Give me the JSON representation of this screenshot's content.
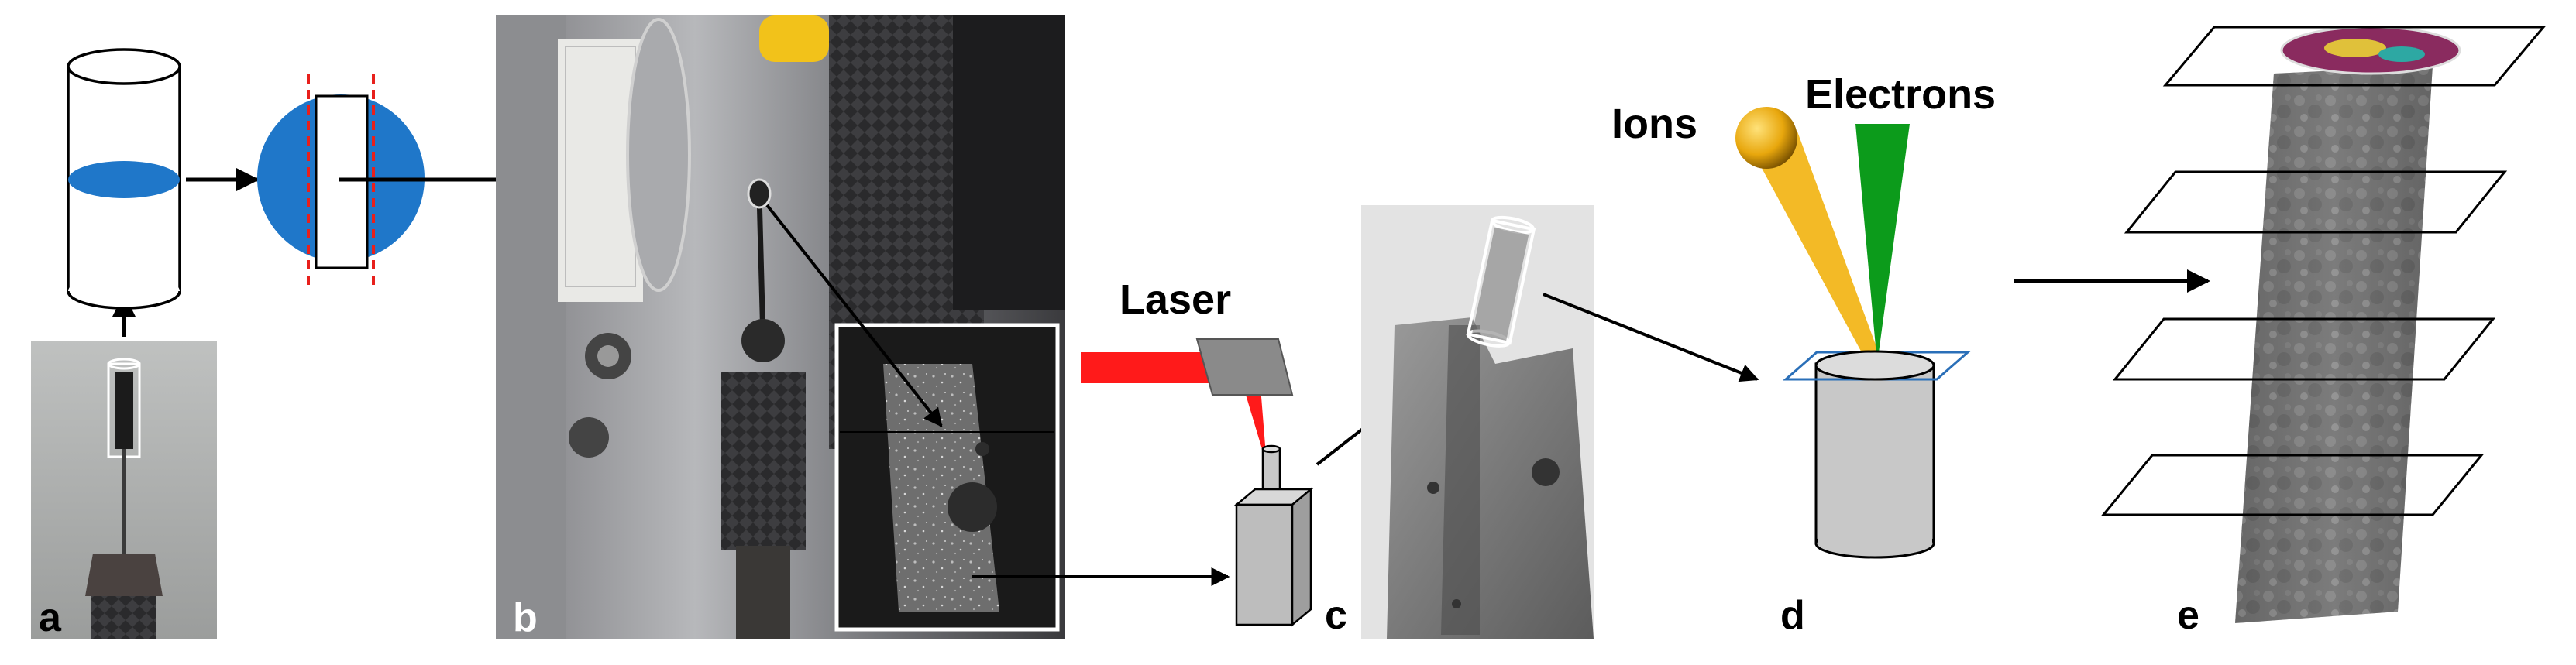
{
  "panels": {
    "a": {
      "label": "a"
    },
    "b": {
      "label": "b"
    },
    "c": {
      "label": "c",
      "laser_label": "Laser"
    },
    "d": {
      "label": "d",
      "ions_label": "Ions",
      "electrons_label": "Electrons"
    },
    "e": {
      "label": "e"
    }
  },
  "colors": {
    "sample_blue": "#1f77c9",
    "cut_line_red": "#e8201c",
    "laser_red": "#ff1a1a",
    "ion_beam": "#f2b61a",
    "electron_beam": "#0c9b1b",
    "pillar_gray": "#c8c8c8",
    "section_plane": "#2a6fb8"
  },
  "icons": [
    "arrow-icon",
    "cylinder-icon",
    "laser-beam-icon",
    "ion-ball-icon",
    "electron-beam-icon"
  ]
}
